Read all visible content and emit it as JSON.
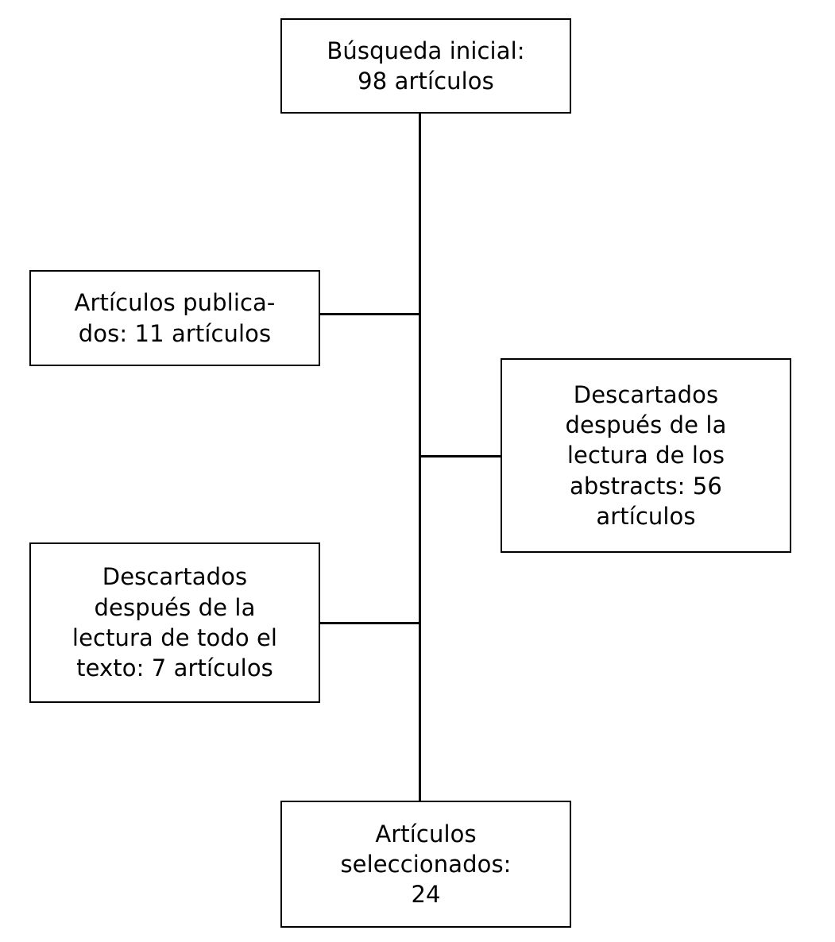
{
  "diagram": {
    "title": "Diagrama de flujo de selección de artículos",
    "language": "es",
    "stroke_color": "#000000",
    "background_color": "#ffffff",
    "nodes": [
      {
        "id": "initial-search",
        "name": "initial-search-box",
        "text": "Búsqueda inicial:\n98 artículos",
        "label": "Búsqueda inicial",
        "count": 98,
        "unit": "artículos"
      },
      {
        "id": "published",
        "name": "published-articles-box",
        "text": "Artículos publica-\ndos: 11 artículos",
        "label": "Artículos publicados",
        "count": 11,
        "unit": "artículos"
      },
      {
        "id": "discarded-abstracts",
        "name": "discarded-after-abstracts-box",
        "text": "Descartados\ndespués de la\nlectura de los\nabstracts: 56\nartículos",
        "label": "Descartados después de la lectura de los abstracts",
        "count": 56,
        "unit": "artículos"
      },
      {
        "id": "discarded-fulltext",
        "name": "discarded-after-fulltext-box",
        "text": "Descartados\ndespués de la\nlectura de todo el\ntexto: 7 artículos",
        "label": "Descartados después de la lectura de todo el texto",
        "count": 7,
        "unit": "artículos"
      },
      {
        "id": "selected",
        "name": "selected-articles-box",
        "text": "Artículos\nseleccionados:\n24",
        "label": "Artículos seleccionados",
        "count": 24,
        "unit": ""
      }
    ],
    "connectors": [
      {
        "id": "spine-main",
        "from": "initial-search",
        "to": "selected",
        "orientation": "vertical"
      },
      {
        "id": "branch-published",
        "from": "spine",
        "to": "published",
        "orientation": "horizontal"
      },
      {
        "id": "branch-abstracts",
        "from": "spine",
        "to": "discarded-abstracts",
        "orientation": "horizontal"
      },
      {
        "id": "branch-fulltext",
        "from": "spine",
        "to": "discarded-fulltext",
        "orientation": "horizontal"
      }
    ]
  }
}
